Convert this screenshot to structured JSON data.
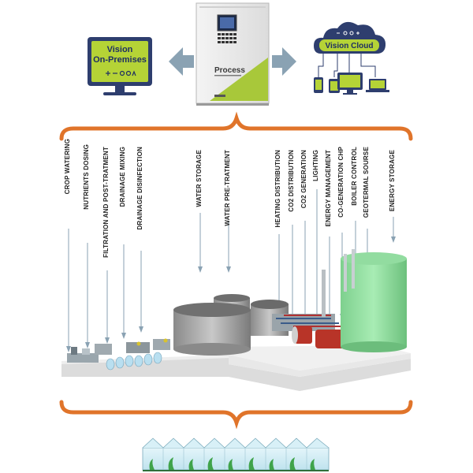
{
  "top": {
    "on_premises": {
      "line1": "Vision",
      "line2": "On-Premises"
    },
    "controller": {
      "title": "Process"
    },
    "cloud": {
      "title": "Vision Cloud"
    }
  },
  "accent_orange": "#e0742a",
  "accent_green": "#a8c83a",
  "arrow_color": "#8aa2b3",
  "process_labels": [
    "CROP WATERING",
    "NUTRIENTS DOSING",
    "FILTRATION AND POST-TRATMENT",
    "DRAINAGE MIXING",
    "DRAINAGE DISINFECTION",
    "WATER STORAGE",
    "WATER PRE-TRATMENT",
    "HEATING DISTRIBUTION",
    "CO2 DISTRIBUTION",
    "CO2 GENERATION",
    "LIGHTING",
    "ENERGY MANAGEMENT",
    "CO-GENERATION CHP",
    "BOILER CONTROL",
    "GEOTERMAL SOURSE",
    "ENERGY STORAGE"
  ]
}
